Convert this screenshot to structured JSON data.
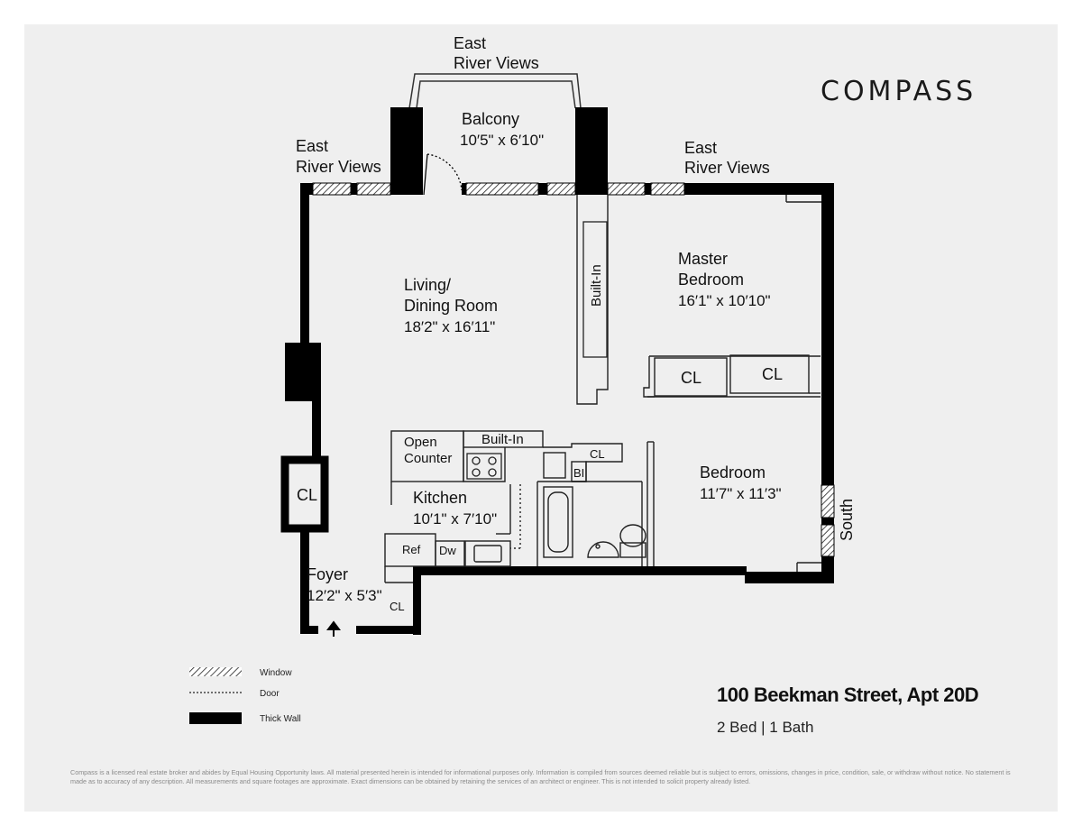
{
  "brand": {
    "name": "COMPASS"
  },
  "listing": {
    "address": "100 Beekman Street, Apt 20D",
    "summary": "2 Bed | 1 Bath"
  },
  "legend": [
    {
      "symbol": "hatched-bar",
      "label": "Window"
    },
    {
      "symbol": "dotted-line",
      "label": "Door"
    },
    {
      "symbol": "solid-bar",
      "label": "Thick Wall"
    }
  ],
  "views": {
    "top_line1": "East",
    "top_line2": "River Views",
    "left_line1": "East",
    "left_line2": "River Views",
    "right_line1": "East",
    "right_line2": "River Views",
    "side": "South"
  },
  "rooms": {
    "balcony": {
      "name": "Balcony",
      "dims": "10′5\" x 6′10\""
    },
    "living": {
      "name_line1": "Living/",
      "name_line2": "Dining Room",
      "dims": "18′2\" x 16′11\""
    },
    "master": {
      "name_line1": "Master",
      "name_line2": "Bedroom",
      "dims": "16′1\" x 10′10\""
    },
    "bedroom": {
      "name": "Bedroom",
      "dims": "11′7\" x 11′3\""
    },
    "kitchen": {
      "name": "Kitchen",
      "dims": "10′1\" x 7′10\""
    },
    "foyer": {
      "name": "Foyer",
      "dims": "12′2\" x 5′3\""
    }
  },
  "fixtures": {
    "built_in_vertical": "Built-In",
    "built_in_kitchen": "Built-In",
    "open_counter_line1": "Open",
    "open_counter_line2": "Counter",
    "closet_master_a": "CL",
    "closet_master_b": "CL",
    "closet_left": "CL",
    "closet_bath": "CL",
    "closet_foyer": "CL",
    "bi": "BI",
    "ref": "Ref",
    "dw": "Dw"
  },
  "disclaimer": "Compass is a licensed real estate broker and abides by Equal Housing Opportunity laws. All material presented herein is intended for informational purposes only. Information is compiled from sources deemed reliable but is subject to errors, omissions, changes in price, condition, sale, or withdraw without notice. No statement is made as to accuracy of any description. All measurements and square footages are approximate. Exact dimensions can be obtained by retaining the services of an architect or engineer. This is not intended to solicit property already listed.",
  "colors": {
    "wall": "#000000",
    "background": "#efefef",
    "text": "#111111"
  }
}
